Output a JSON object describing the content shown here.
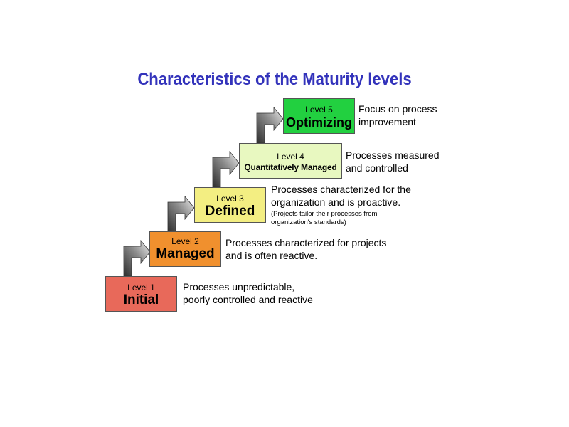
{
  "title": "Characteristics of the Maturity levels",
  "colors": {
    "title": "#3333bb",
    "level1": "#e8695a",
    "level2": "#f0902e",
    "level3": "#f3ee82",
    "level4": "#e8f8c0",
    "level5": "#22d040",
    "arrow_dark": "#3a3a3a",
    "arrow_light": "#e8e8e8"
  },
  "levels": [
    {
      "number_label": "Level 1",
      "name": "Initial",
      "description_lines": [
        "Processes unpredictable,",
        "poorly controlled and reactive"
      ]
    },
    {
      "number_label": "Level 2",
      "name": "Managed",
      "description_lines": [
        "Processes characterized for projects",
        "and is often reactive."
      ]
    },
    {
      "number_label": "Level 3",
      "name": "Defined",
      "description_lines": [
        "Processes characterized for the",
        "organization and is proactive."
      ],
      "note_lines": [
        "(Projects tailor their processes from",
        "organization's standards)"
      ]
    },
    {
      "number_label": "Level 4",
      "name": "Quantitatively Managed",
      "description_lines": [
        "Processes measured",
        "and controlled"
      ]
    },
    {
      "number_label": "Level 5",
      "name": "Optimizing",
      "description_lines": [
        "Focus on process",
        "improvement"
      ]
    }
  ]
}
